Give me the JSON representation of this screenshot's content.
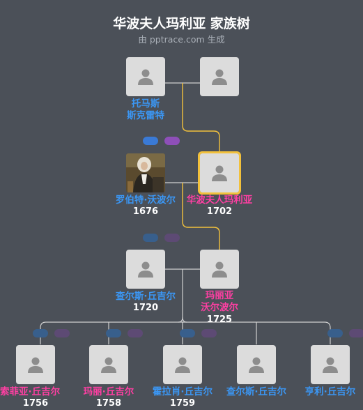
{
  "header": {
    "title": "华波夫人玛利亚 家族树",
    "subtitle": "由 pptrace.com 生成"
  },
  "colors": {
    "background": "#4b5058",
    "male": "#3b97f5",
    "female": "#ff3fa3",
    "highlight": "#f2c13c",
    "line": "#d0d0d0",
    "ancestor_line": "#f2c13c"
  },
  "people": {
    "thomas": {
      "name_line1": "托马斯",
      "name_line2": "斯克雷特",
      "gender": "male"
    },
    "thomas_spouse": {
      "gender": "unknown"
    },
    "robert": {
      "name": "罗伯特·沃波尔",
      "year": "1676",
      "gender": "male"
    },
    "maria": {
      "name": "华波夫人玛利亚",
      "year": "1702",
      "gender": "female"
    },
    "charles": {
      "name": "查尔斯·丘吉尔",
      "year": "1720",
      "gender": "male"
    },
    "maria_w": {
      "name_line1": "玛丽亚",
      "name_line2": "沃尔波尔",
      "year": "1725",
      "gender": "female"
    },
    "sophia": {
      "name": "索菲亚·丘吉尔",
      "year": "1756",
      "gender": "female"
    },
    "mary": {
      "name": "玛丽·丘吉尔",
      "year": "1758",
      "gender": "female"
    },
    "horatio": {
      "name": "霍拉肖·丘吉尔",
      "year": "1759",
      "gender": "male"
    },
    "charles2": {
      "name": "查尔斯·丘吉尔",
      "year": "",
      "gender": "male"
    },
    "henry": {
      "name": "亨利·丘吉尔",
      "year": "",
      "gender": "male"
    }
  },
  "icons": {
    "placeholder": "person-silhouette-icon",
    "portrait": "portrait-photo"
  }
}
